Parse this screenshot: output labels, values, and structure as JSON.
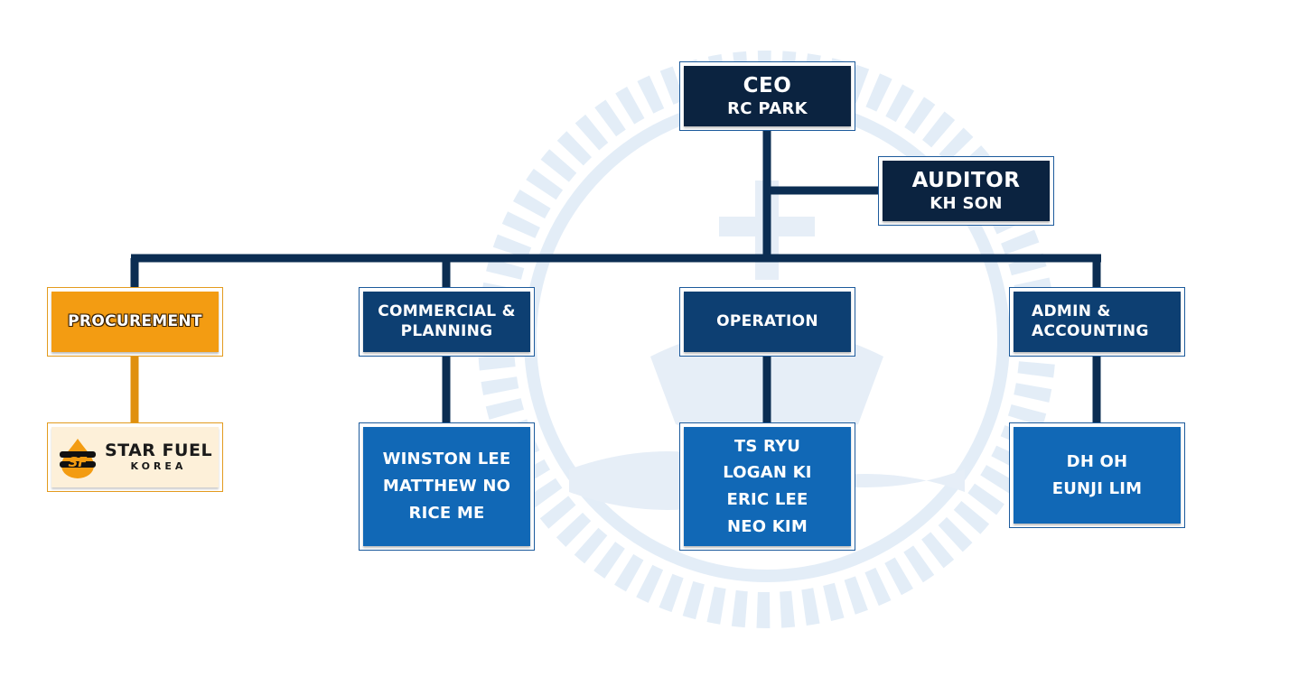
{
  "colors": {
    "executive": "#0b2340",
    "department": "#0d3f72",
    "members": "#1168b6",
    "procurement": "#f39c12",
    "connector": "#0b2d52",
    "procurement_connector": "#e0900f"
  },
  "ceo": {
    "title": "CEO",
    "name": "RC PARK"
  },
  "auditor": {
    "title": "AUDITOR",
    "name": "KH SON"
  },
  "departments": [
    {
      "label_lines": [
        "PROCUREMENT"
      ],
      "members": []
    },
    {
      "label_lines": [
        "COMMERCIAL &",
        "PLANNING"
      ],
      "members": [
        "WINSTON LEE",
        "MATTHEW NO",
        "RICE ME"
      ]
    },
    {
      "label_lines": [
        "OPERATION"
      ],
      "members": [
        "TS RYU",
        "LOGAN KI",
        "ERIC LEE",
        "NEO KIM"
      ]
    },
    {
      "label_lines": [
        "ADMIN &",
        "ACCOUNTING"
      ],
      "members": [
        "DH OH",
        "EUNJI LIM"
      ]
    }
  ],
  "partner_logo": {
    "icon": "star-fuel-logo-icon",
    "brand": "STAR FUEL",
    "region": "KOREA"
  }
}
